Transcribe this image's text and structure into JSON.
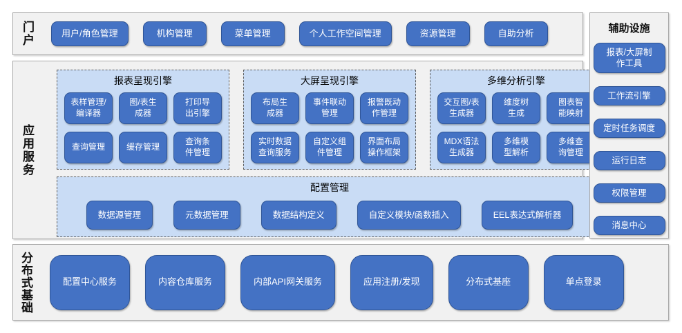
{
  "colors": {
    "button_bg": "#4472C4",
    "button_border": "#2F5597",
    "panel_bg": "#C9DCF5",
    "section_bg": "#F1F1F1",
    "section_border": "#A9A9A9",
    "button_text": "#FFFFFF"
  },
  "portal": {
    "label": "门户",
    "buttons": [
      "用户/角色管理",
      "机构管理",
      "菜单管理",
      "个人工作空间管理",
      "资源管理",
      "自助分析"
    ]
  },
  "app_services": {
    "label": "应用服务",
    "engines": [
      {
        "title": "报表呈现引擎",
        "buttons": [
          "表样管理/\n编译器",
          "图/表生\n成器",
          "打印导\n出引擎",
          "查询管理",
          "缓存管理",
          "查询条\n件管理"
        ]
      },
      {
        "title": "大屏呈现引擎",
        "buttons": [
          "布局生\n成器",
          "事件联动\n管理",
          "报警既动\n作管理",
          "实时数据\n查询服务",
          "自定义组\n件管理",
          "界面布局\n操作框架"
        ]
      },
      {
        "title": "多维分析引擎",
        "buttons": [
          "交互图/表\n生成器",
          "维度树\n生成",
          "图表智\n能映射",
          "MDX语法\n生成器",
          "多维模\n型解析",
          "多维查\n询管理"
        ]
      }
    ],
    "config": {
      "title": "配置管理",
      "buttons": [
        "数据源管理",
        "元数据管理",
        "数据结构定义",
        "自定义模块/函数插入",
        "EEL表达式解析器"
      ]
    }
  },
  "foundation": {
    "label": "分布式基础",
    "buttons": [
      "配置中心服务",
      "内容仓库服务",
      "内部API网关服务",
      "应用注册/发现",
      "分布式基座",
      "单点登录"
    ]
  },
  "auxiliary": {
    "label": "辅助设施",
    "buttons": [
      "报表/大屏制\n作工具",
      "工作流引擎",
      "定时任务调度",
      "运行日志",
      "权限管理",
      "消息中心"
    ]
  }
}
